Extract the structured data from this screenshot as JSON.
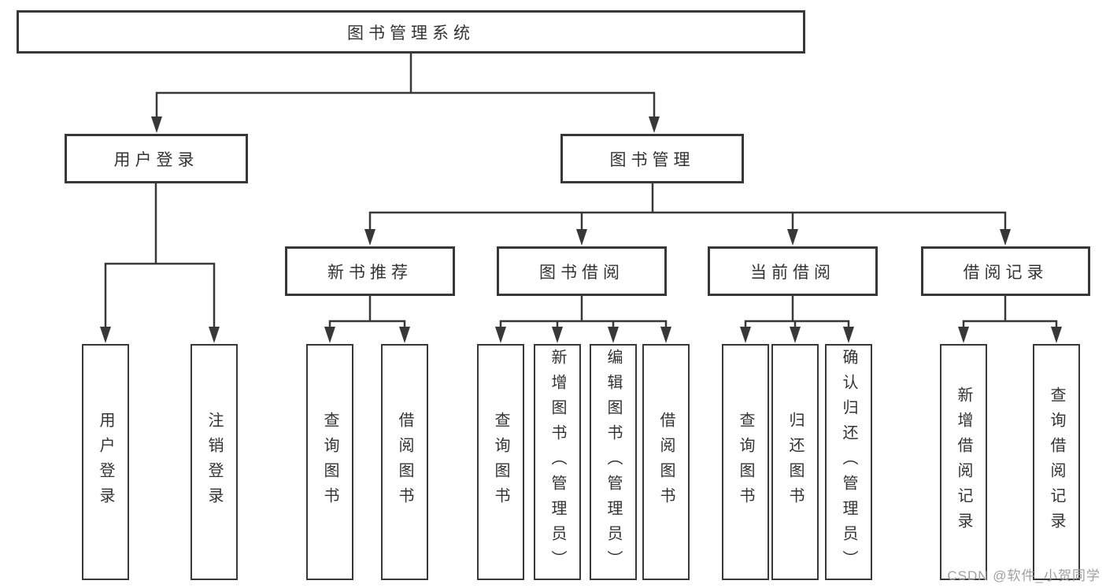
{
  "root": {
    "label": "图书管理系统"
  },
  "branches": [
    {
      "label": "用户登录",
      "children": [
        {
          "label": "用户登录"
        },
        {
          "label": "注销登录"
        }
      ]
    },
    {
      "label": "图书管理",
      "sections": [
        {
          "label": "新书推荐",
          "children": [
            {
              "label": "查询图书"
            },
            {
              "label": "借阅图书"
            }
          ]
        },
        {
          "label": "图书借阅",
          "children": [
            {
              "label": "查询图书"
            },
            {
              "label": "新增图书（管理员）"
            },
            {
              "label": "编辑图书（管理员）"
            },
            {
              "label": "借阅图书"
            }
          ]
        },
        {
          "label": "当前借阅",
          "children": [
            {
              "label": "查询图书"
            },
            {
              "label": "归还图书"
            },
            {
              "label": "确认归还（管理员）"
            }
          ]
        },
        {
          "label": "借阅记录",
          "children": [
            {
              "label": "新增借阅记录"
            },
            {
              "label": "查询借阅记录"
            }
          ]
        }
      ]
    }
  ],
  "watermark": {
    "text": "CSDN @软件_小贺同学"
  },
  "colors": {
    "line": "#383838",
    "text": "#333333",
    "watermark": "#9f9f9f",
    "background": "#ffffff"
  }
}
